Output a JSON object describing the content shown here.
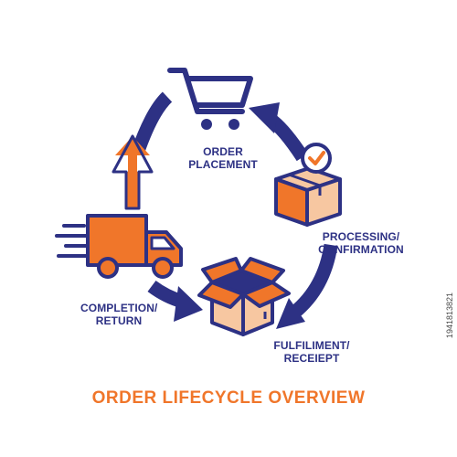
{
  "title": "ORDER LIFECYCLE OVERVIEW",
  "stages": {
    "placement": {
      "line1": "ORDER",
      "line2": "PLACEMENT"
    },
    "processing": {
      "line1": "PROCESSING/",
      "line2": "CONFIRMATION"
    },
    "fulfilment": {
      "line1": "FULFILIMENT/",
      "line2": "RECEIEPT"
    },
    "completion": {
      "line1": "COMPLETION/",
      "line2": "RETURN"
    }
  },
  "icons": {
    "placement": "shopping-cart-icon",
    "processing": "checked-parcel-icon",
    "fulfilment": "open-box-icon",
    "completion": "delivery-truck-icon"
  },
  "stock_image_id": "1941813821",
  "colors": {
    "navy": "#2d3184",
    "orange": "#f0762a",
    "light_orange": "#f7c7a1",
    "title": "#f0762a",
    "label": "#2d3184"
  }
}
